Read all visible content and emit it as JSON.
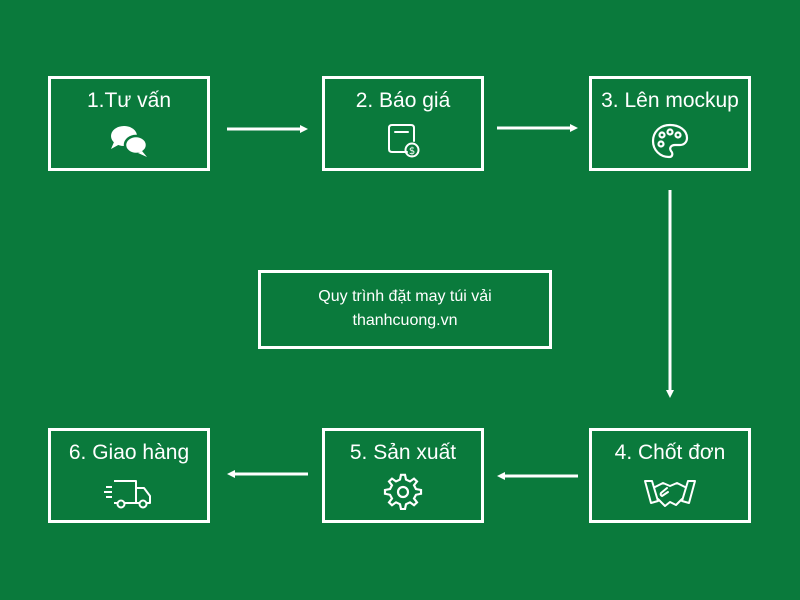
{
  "steps": [
    {
      "label": "1.Tư vấn",
      "icon": "chat-bubbles-icon"
    },
    {
      "label": "2. Báo giá",
      "icon": "price-tag-dollar-icon"
    },
    {
      "label": "3. Lên mockup",
      "icon": "palette-icon"
    },
    {
      "label": "4. Chốt đơn",
      "icon": "handshake-icon"
    },
    {
      "label": "5. Sản xuất",
      "icon": "gear-icon"
    },
    {
      "label": "6. Giao hàng",
      "icon": "delivery-truck-icon"
    }
  ],
  "center": {
    "line1": "Quy trình đặt may túi vải",
    "line2": "thanhcuong.vn"
  },
  "colors": {
    "background": "#0a7a3c",
    "foreground": "#ffffff"
  }
}
